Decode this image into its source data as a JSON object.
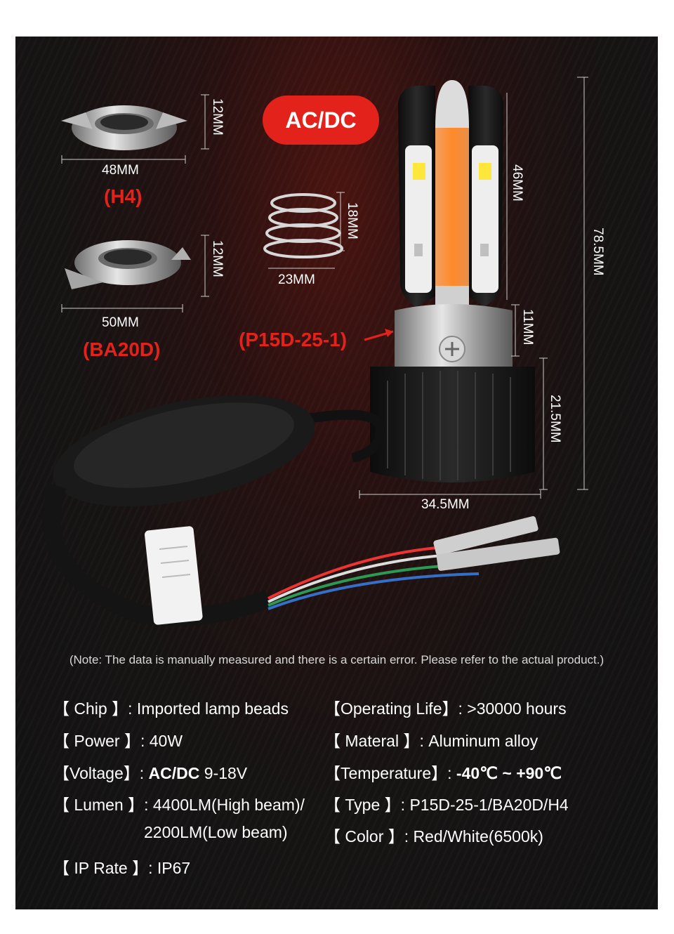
{
  "labels": {
    "badge": "AC/DC",
    "h4": "(H4)",
    "ba20d": "(BA20D)",
    "p15d": "(P15D-25-1)"
  },
  "dims": {
    "h4_width": "48MM",
    "h4_height": "12MM",
    "ba20d_width": "50MM",
    "ba20d_height": "12MM",
    "spring_width": "23MM",
    "spring_height": "18MM",
    "lens_height": "46MM",
    "total_height": "78.5MM",
    "base_height": "11MM",
    "body_height": "21.5MM",
    "bulb_width": "34.5MM"
  },
  "note": "(Note: The data is manually measured and there is a certain error. Please refer to the actual product.)",
  "specs": {
    "left": [
      {
        "key": "【  Chip  】: ",
        "value": "Imported lamp beads"
      },
      {
        "key": "【 Power 】: ",
        "value": "40W"
      },
      {
        "key": "【Voltage】: ",
        "bold": "AC/DC",
        "value": " 9-18V"
      },
      {
        "key": "【 Lumen 】: ",
        "value": "4400LM(High beam)/",
        "value2": "2200LM(Low beam)"
      },
      {
        "key": "【 IP Rate 】: ",
        "value": "IP67"
      }
    ],
    "right": [
      {
        "key": "【Operating Life】: ",
        "value": ">30000 hours"
      },
      {
        "key": "【      Materal      】: ",
        "value": "Aluminum alloy"
      },
      {
        "key": "【Temperature】: ",
        "value": "-40℃ ~ +90℃"
      },
      {
        "key": "【         Type         】: ",
        "value": "P15D-25-1/BA20D/H4"
      },
      {
        "key": "【        Color        】: ",
        "value": "Red/White(6500k)"
      }
    ]
  },
  "colors": {
    "accent_red": "#e3221c",
    "background": "#161313"
  }
}
